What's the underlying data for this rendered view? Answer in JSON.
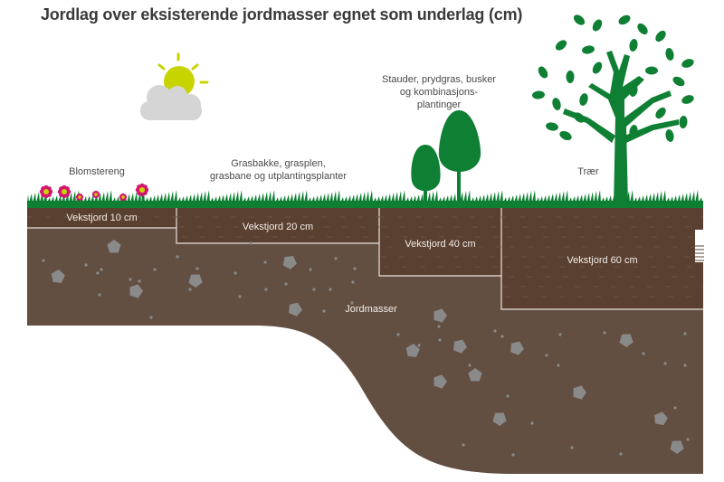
{
  "title": "Jordlag over eksisterende jordmasser egnet som underlag (cm)",
  "colors": {
    "grass": "#0e7f33",
    "foliage": "#0e7f33",
    "sun": "#c8d400",
    "cloud": "#d5d5d5",
    "topsoil": "#5a4030",
    "subsoil": "#634f42",
    "stone": "#8a8a8a",
    "flower_petal": "#d4156e",
    "flower_center": "#c8d400",
    "border": "#e8e2dc"
  },
  "categories": [
    {
      "id": "blomstereng",
      "caption": [
        "Blomstereng"
      ],
      "layer_label": "Vekstjord 10 cm",
      "depth_cm": 10,
      "icon": "flowers-icon"
    },
    {
      "id": "grasbakke",
      "caption": [
        "Grasbakke, grasplen,",
        "grasbane og utplantingsplanter"
      ],
      "layer_label": "Vekstjord 20 cm",
      "depth_cm": 20,
      "icon": "grass-icon"
    },
    {
      "id": "stauder",
      "caption": [
        "Stauder, prydgras, busker",
        "og kombinasjons-",
        "plantinger"
      ],
      "layer_label": "Vekstjord 40 cm",
      "depth_cm": 40,
      "icon": "shrubs-icon"
    },
    {
      "id": "traer",
      "caption": [
        "Trær"
      ],
      "layer_label": "Vekstjord 60 cm",
      "depth_cm": 60,
      "icon": "tree-icon"
    }
  ],
  "subsoil_label": "Jordmasser",
  "weather_icon": "sun-behind-cloud-icon"
}
